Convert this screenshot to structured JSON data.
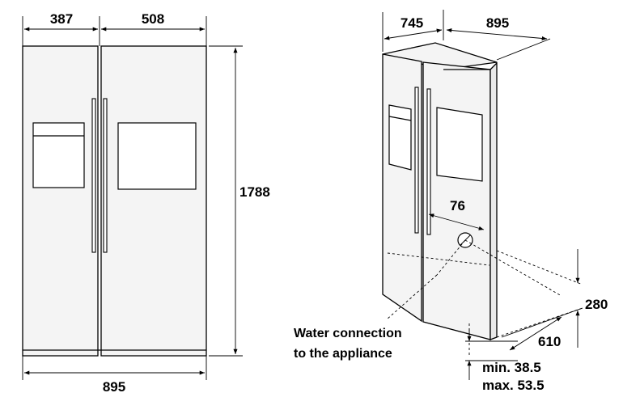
{
  "front_view": {
    "left_door_width": "387",
    "right_door_width": "508",
    "total_width": "895",
    "height": "1788"
  },
  "iso_view": {
    "depth_top": "745",
    "width_top": "895",
    "connection_offset": "76",
    "connection_height": "280",
    "connection_depth": "610",
    "min_gap": "min. 38.5",
    "max_gap": "max. 53.5",
    "water_label_line1": "Water connection",
    "water_label_line2": "to the appliance"
  }
}
